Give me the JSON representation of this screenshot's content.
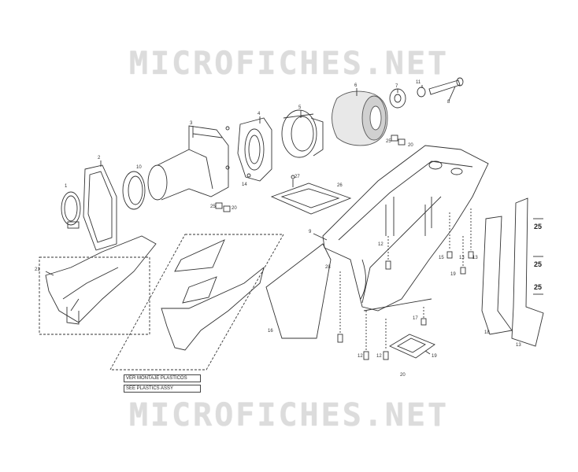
{
  "watermark": {
    "top": "MICROFICHES.NET",
    "bottom": "MICROFICHES.NET"
  },
  "notes": {
    "line1": "VER MONTAJE PLASTICOS",
    "line2": "SEE PLASTICS ASSY"
  },
  "callouts": {
    "c1": "1",
    "c2": "2",
    "c3": "3",
    "c4": "4",
    "c5": "5",
    "c6": "6",
    "c7": "7",
    "c8": "8",
    "c9": "9",
    "c10": "10",
    "c11": "11",
    "c12a": "12",
    "c12b": "12",
    "c12c": "12",
    "c13a": "13",
    "c13b": "13",
    "c14": "14",
    "c15": "15",
    "c16": "16",
    "c17": "17",
    "c18": "18",
    "c19": "19",
    "c20a": "20",
    "c20b": "20",
    "c20c": "20",
    "c21": "21",
    "c25a": "25",
    "c25b": "25",
    "c26": "26",
    "c27": "27",
    "c28": "28",
    "c25c": "25",
    "c25d": "25",
    "c25e": "25"
  },
  "colors": {
    "line": "#333333",
    "watermark": "#dcdcdc",
    "filter": "#555555"
  }
}
